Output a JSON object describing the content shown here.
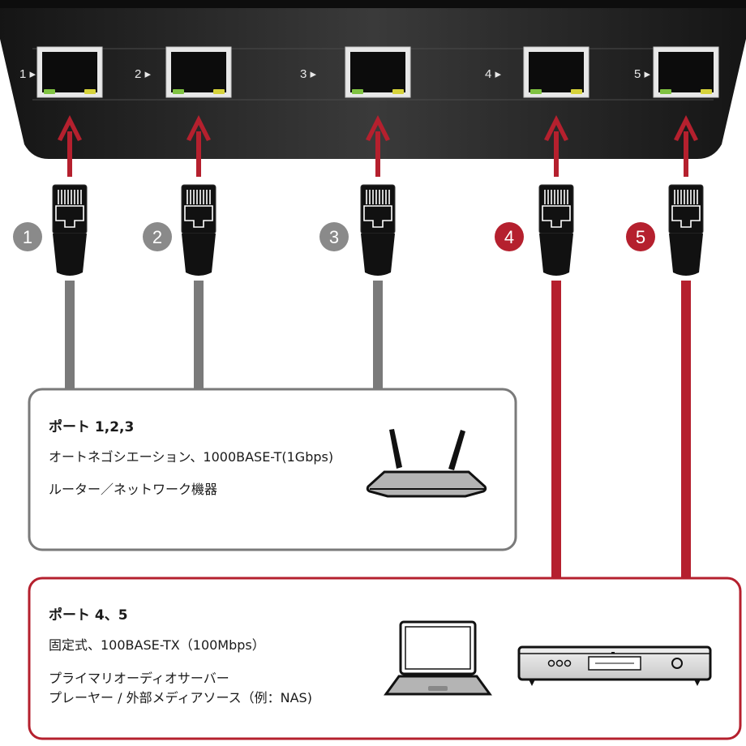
{
  "device": {
    "ports": [
      {
        "num": "1",
        "label": "1 ▸"
      },
      {
        "num": "2",
        "label": "2 ▸"
      },
      {
        "num": "3",
        "label": "3 ▸"
      },
      {
        "num": "4",
        "label": "4 ▸"
      },
      {
        "num": "5",
        "label": "5 ▸"
      }
    ]
  },
  "badges": [
    "1",
    "2",
    "3",
    "4",
    "5"
  ],
  "colors": {
    "accent_red": "#b5202e",
    "neutral_grey": "#7a7a7a",
    "device_black": "#1b1b1b"
  },
  "panel_a": {
    "title": "ポート 1,2,3",
    "line1": "オートネゴシエーション、1000BASE-T(1Gbps)",
    "line2": "ルーター／ネットワーク機器",
    "icon": "router-icon"
  },
  "panel_b": {
    "title": "ポート 4、5",
    "line1": "固定式、100BASE-TX（100Mbps）",
    "line2": "プライマリオーディオサーバー",
    "line3": "プレーヤー / 外部メディアソース（例：NAS)",
    "icons": [
      "laptop-icon",
      "audio-player-icon"
    ]
  }
}
